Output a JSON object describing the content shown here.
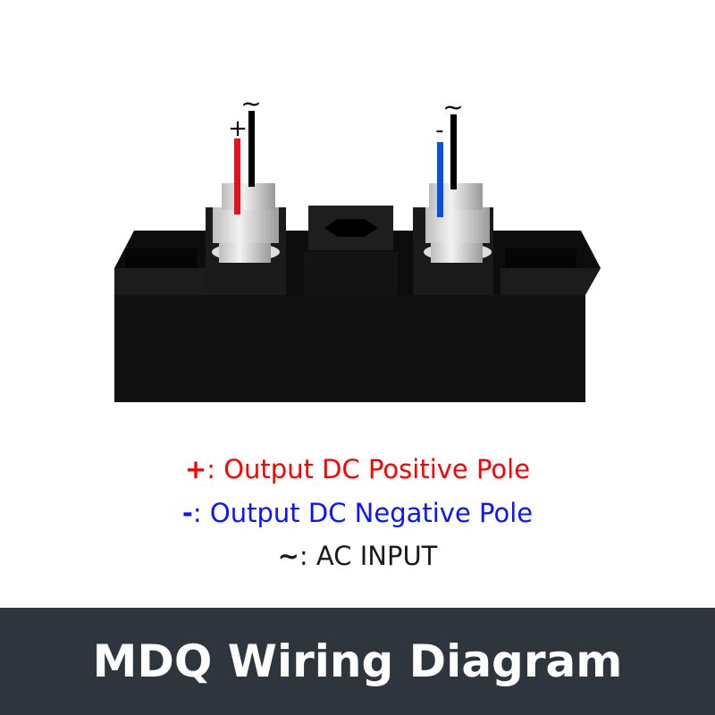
{
  "diagram": {
    "terminal_labels": {
      "positive": "+",
      "ac_left": "~",
      "negative": "-",
      "ac_right": "~"
    },
    "wire_colors": {
      "positive": "#e8101e",
      "negative": "#0a4fe0",
      "ac": "#000000"
    }
  },
  "legend": [
    {
      "symbol": "+",
      "text": ": Output DC Positive Pole",
      "color": "#ff0000"
    },
    {
      "symbol": "-",
      "text": ": Output DC Negative Pole",
      "color": "#0a14ff"
    },
    {
      "symbol": "~",
      "text": ": AC INPUT",
      "color": "#1a1a1a"
    }
  ],
  "footer": {
    "title": "MDQ Wiring Diagram",
    "background": "#2f353d"
  }
}
